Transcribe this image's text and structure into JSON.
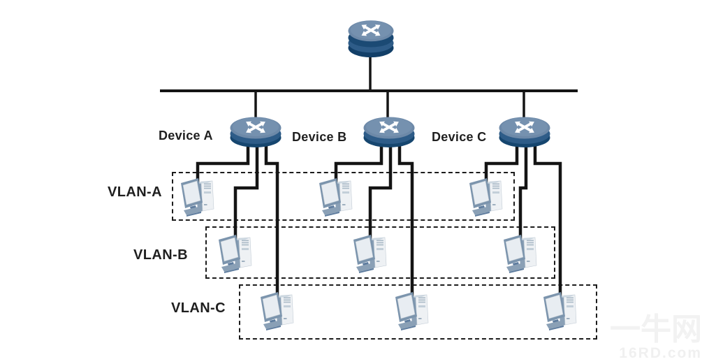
{
  "diagram": {
    "router": {
      "icon": "router-crossed-arrows-icon"
    },
    "devices": [
      {
        "label": "Device A"
      },
      {
        "label": "Device B"
      },
      {
        "label": "Device C"
      }
    ],
    "vlans": [
      {
        "label": "VLAN-A",
        "host_count": 3
      },
      {
        "label": "VLAN-B",
        "host_count": 3
      },
      {
        "label": "VLAN-C",
        "host_count": 3
      }
    ],
    "colors": {
      "device_top": "#6d89a8",
      "device_base": "#16466f",
      "wire": "#141414",
      "label_text": "#1f1f1f",
      "pc_slate": "#7b94ad",
      "pc_light": "#eef1f4"
    },
    "watermark": {
      "line1": "一牛网",
      "line2": "16RD.com"
    }
  }
}
